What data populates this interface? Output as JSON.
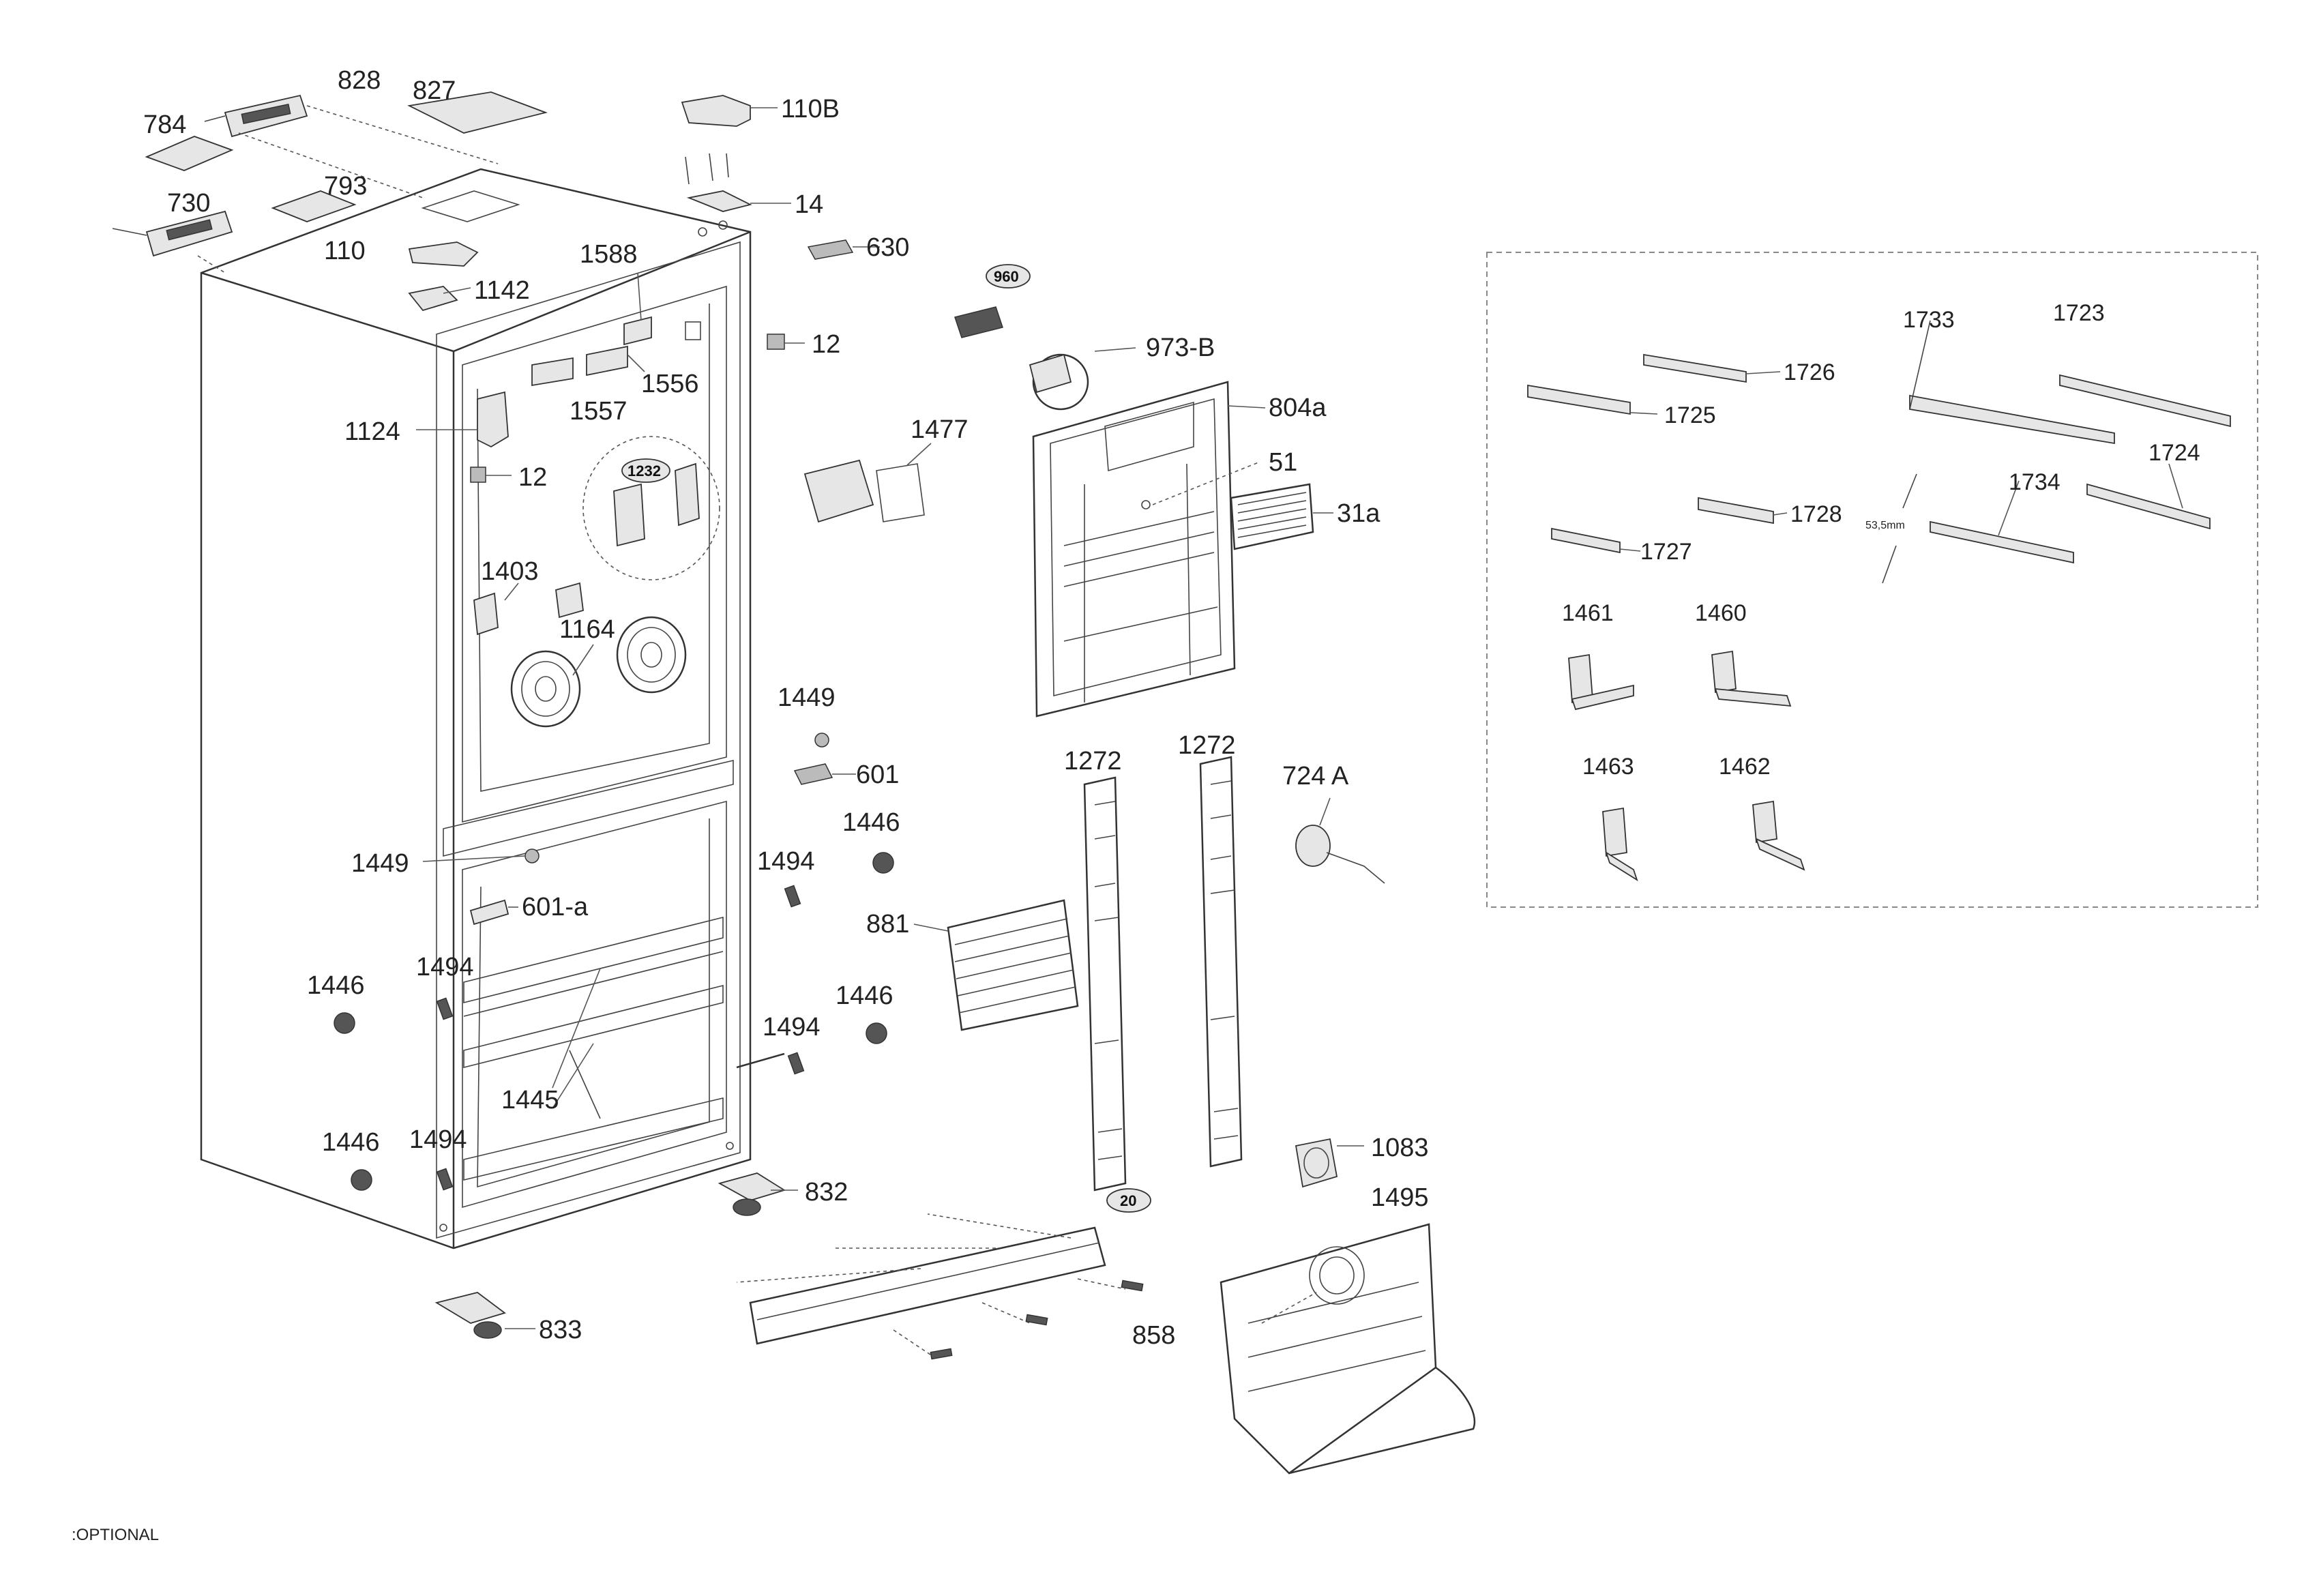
{
  "labels": {
    "p828": "828",
    "p827": "827",
    "p110b": "110B",
    "p784": "784",
    "p793": "793",
    "p730": "730",
    "p14": "14",
    "p110": "110",
    "p1142": "1142",
    "p1588": "1588",
    "p630": "630",
    "p960": "960",
    "p973b": "973-B",
    "p12a": "12",
    "p1556": "1556",
    "p1557": "1557",
    "p804a": "804a",
    "p1124": "1124",
    "p1477": "1477",
    "p12b": "12",
    "p1232": "1232",
    "p51": "51",
    "p31a": "31a",
    "p1403": "1403",
    "p1164": "1164",
    "p1449a": "1449",
    "p601": "601",
    "p1272a": "1272",
    "p1272b": "1272",
    "p724a": "724 A",
    "p1446a": "1446",
    "p1449b": "1449",
    "p1494a": "1494",
    "p601a": "601-a",
    "p881": "881",
    "p1494b": "1494",
    "p1446b": "1446",
    "p1446c": "1446",
    "p1494c": "1494",
    "p1445": "1445",
    "p1446d": "1446",
    "p1494d": "1494",
    "p1083": "1083",
    "p832": "832",
    "p20": "20",
    "p1495": "1495",
    "p858": "858",
    "p833": "833",
    "p1733": "1733",
    "p1723": "1723",
    "p1726": "1726",
    "p1725": "1725",
    "p1724": "1724",
    "p1734": "1734",
    "p1728": "1728",
    "p1727": "1727",
    "p1461": "1461",
    "p1460": "1460",
    "p1463": "1463",
    "p1462": "1462",
    "dim_535": "53,5mm",
    "optional": ":OPTIONAL"
  }
}
